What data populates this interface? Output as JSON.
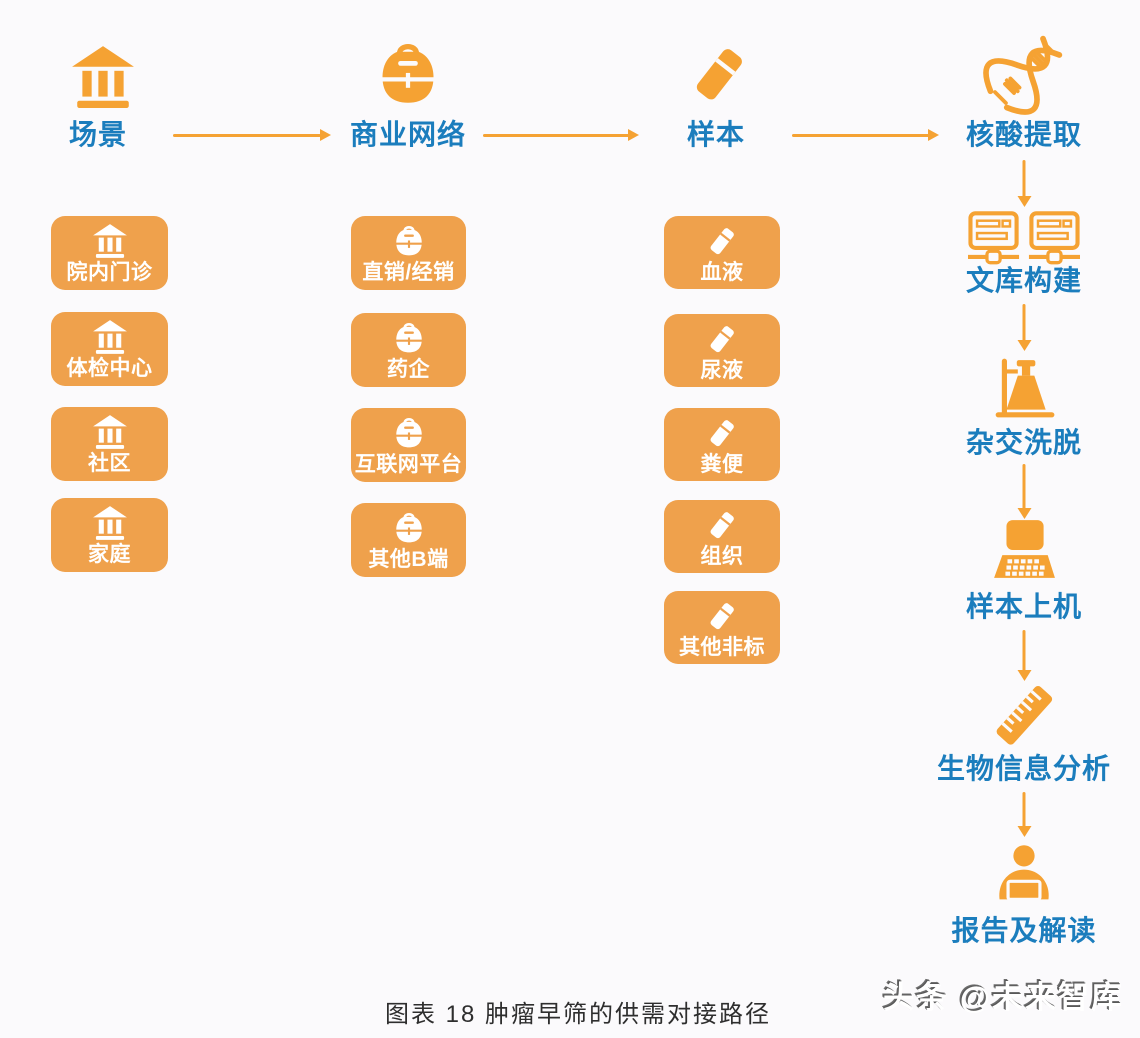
{
  "figure": {
    "caption": "图表 18 肿瘤早筛的供需对接路径",
    "watermark": "头条 @未来智库"
  },
  "colors": {
    "accent_orange": "#F5A233",
    "item_box_orange": "#EFA14C",
    "label_blue": "#1B7DBD",
    "caption_text": "#2E2E2E",
    "background": "#FBFAFC",
    "box_text": "#FFFFFF"
  },
  "columns": [
    {
      "label": "场景",
      "icon": "bank-icon",
      "items": [
        "院内门诊",
        "体检中心",
        "社区",
        "家庭"
      ]
    },
    {
      "label": "商业网络",
      "icon": "backpack-icon",
      "items": [
        "直销/经销",
        "药企",
        "互联网平台",
        "其他B端"
      ]
    },
    {
      "label": "样本",
      "icon": "eraser-icon",
      "items": [
        "血液",
        "尿液",
        "粪便",
        "组织",
        "其他非标"
      ]
    }
  ],
  "process_flow": [
    {
      "label": "核酸提取",
      "icon": "dna-icon"
    },
    {
      "label": "文库构建",
      "icon": "library-servers-icon"
    },
    {
      "label": "杂交洗脱",
      "icon": "flask-stand-icon"
    },
    {
      "label": "样本上机",
      "icon": "laptop-icon"
    },
    {
      "label": "生物信息分析",
      "icon": "bioinformatics-ruler-icon"
    },
    {
      "label": "报告及解读",
      "icon": "person-report-icon"
    }
  ]
}
